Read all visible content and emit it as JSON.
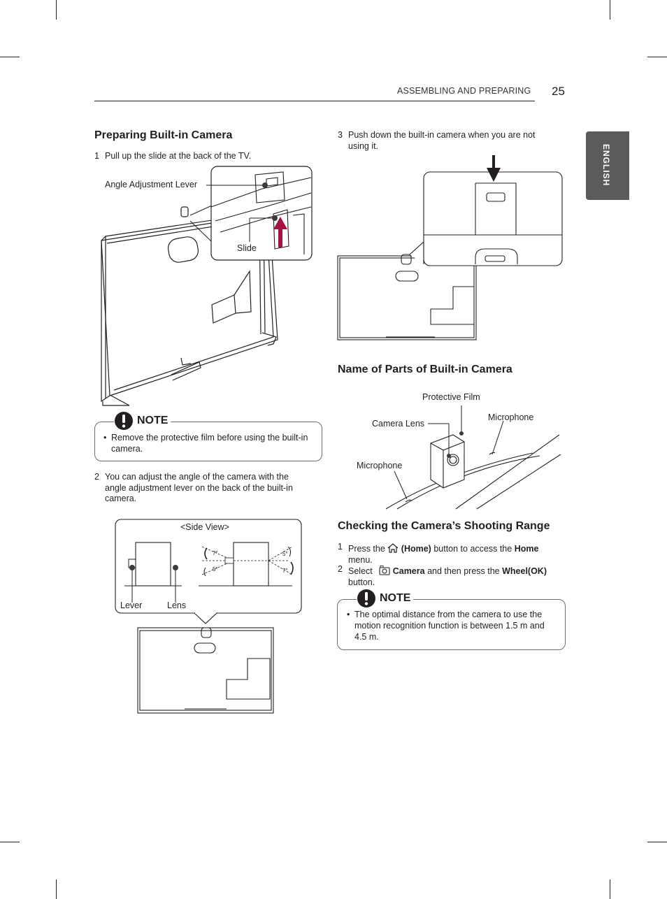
{
  "header": {
    "section": "ASSEMBLING AND PREPARING",
    "page_number": "25"
  },
  "language_tab": "ENGLISH",
  "left": {
    "heading": "Preparing Built-in Camera",
    "step1": {
      "num": "1",
      "text": "Pull up the slide at the back of the TV."
    },
    "fig1_labels": {
      "lever": "Angle Adjustment Lever",
      "slide": "Slide"
    },
    "note1": {
      "title": "NOTE",
      "bullet": "Remove the protective film before using the built-in camera."
    },
    "step2": {
      "num": "2",
      "text": "You can adjust the angle of the camera with the angle adjustment lever on the back of the built-in camera."
    },
    "fig2_labels": {
      "side_view": "<Side View>",
      "lever": "Lever",
      "lens": "Lens",
      "deg7a": "7°",
      "deg5a": "5°",
      "deg5b": "5°",
      "deg7b": "7°"
    }
  },
  "right": {
    "step3": {
      "num": "3",
      "text": "Push down the built-in camera when you are not using it."
    },
    "heading_parts": "Name of Parts of Built-in Camera",
    "parts_labels": {
      "protective_film": "Protective Film",
      "camera_lens": "Camera Lens",
      "microphone_right": "Microphone",
      "microphone_left": "Microphone"
    },
    "heading_range": "Checking the Camera’s Shooting Range",
    "range_step1": {
      "num": "1",
      "pre": "Press the",
      "bold1": "(Home)",
      "mid": "button to access the",
      "bold2": "Home",
      "post": "menu."
    },
    "range_step2": {
      "num": "2",
      "pre": "Select",
      "bold1": "Camera",
      "mid": "and then press the",
      "bold2": "Wheel(OK)",
      "post": "button."
    },
    "note2": {
      "title": "NOTE",
      "bullet": "The optimal distance from the camera to use the motion recognition function is between 1.5 m and 4.5 m."
    }
  }
}
